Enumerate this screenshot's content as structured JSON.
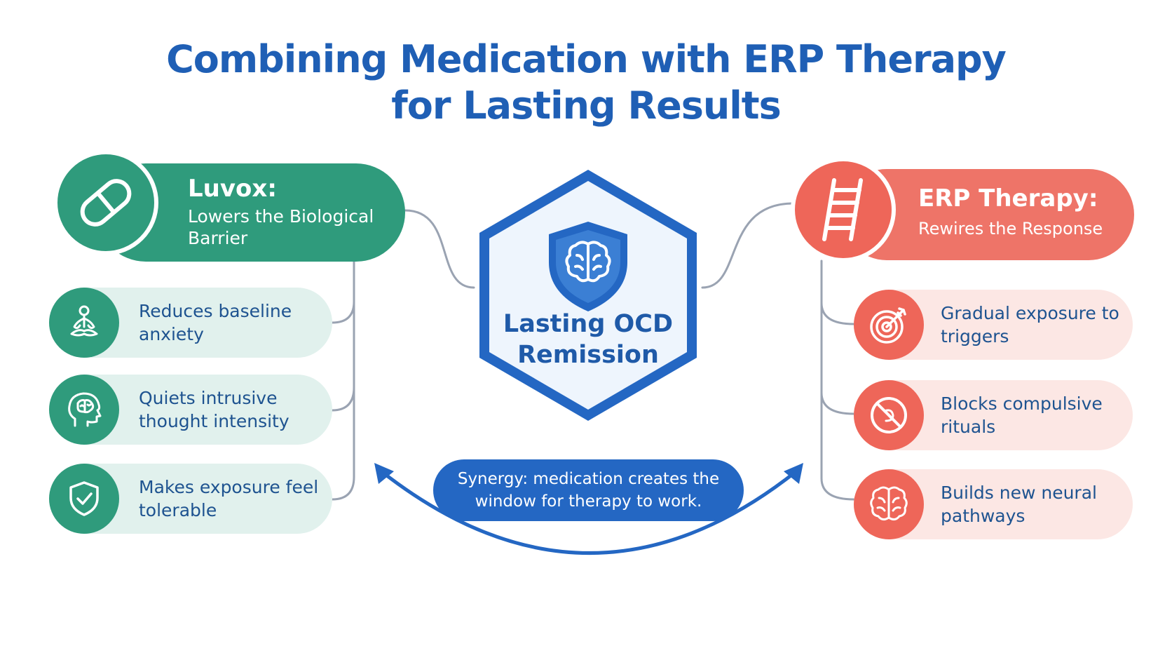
{
  "title": {
    "line1": "Combining Medication with ERP Therapy",
    "line2": "for Lasting Results"
  },
  "left": {
    "title": "Luvox:",
    "subtitle": "Lowers the Biological Barrier",
    "icon": "pill-icon",
    "items": [
      {
        "label": "Reduces baseline anxiety",
        "icon": "meditation-icon"
      },
      {
        "label": "Quiets intrusive thought intensity",
        "icon": "head-brain-icon"
      },
      {
        "label": "Makes exposure feel tolerable",
        "icon": "shield-check-icon"
      }
    ]
  },
  "right": {
    "title": "ERP Therapy:",
    "subtitle": "Rewires the Response",
    "icon": "ladder-icon",
    "items": [
      {
        "label": "Gradual exposure to triggers",
        "icon": "target-icon"
      },
      {
        "label": "Blocks compulsive rituals",
        "icon": "no-symbol-icon"
      },
      {
        "label": "Builds new neural pathways",
        "icon": "brain-icon"
      }
    ]
  },
  "center": {
    "label": "Lasting OCD Remission",
    "icon": "shield-brain-icon"
  },
  "synergy": {
    "text": "Synergy: medication creates the window for therapy to work."
  },
  "colors": {
    "title": "#1f5fb5",
    "green": "#2f9b7c",
    "green_light": "#e1f1ed",
    "red": "#ee6659",
    "red_light": "#fce7e4",
    "blue": "#2467c3",
    "connector": "#9aa3b2"
  }
}
